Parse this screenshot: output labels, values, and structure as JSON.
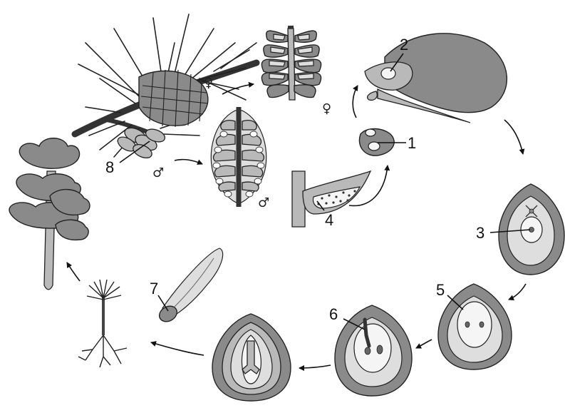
{
  "labels": {
    "l1": "1",
    "l2": "2",
    "l3": "3",
    "l4": "4",
    "l5": "5",
    "l6": "6",
    "l7": "7",
    "l8": "8"
  },
  "symbols": {
    "female": "♀",
    "male": "♂"
  },
  "colors": {
    "dark": "#8a8a8a",
    "mid": "#b9b9b9",
    "light": "#dedede",
    "line": "#111111"
  }
}
